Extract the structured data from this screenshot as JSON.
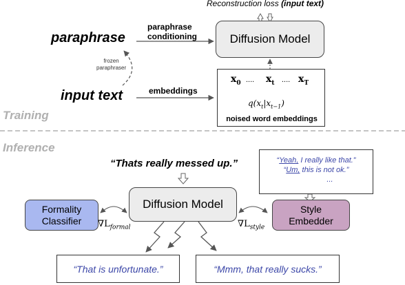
{
  "training": {
    "section_label": "Training",
    "recon_loss_prefix": "Reconstruction loss",
    "recon_loss_bold": "(input text)",
    "paraphrase": "paraphrase",
    "input_text": "input text",
    "frozen_paraphraser": [
      "frozen",
      "paraphraser"
    ],
    "paraphrase_conditioning": [
      "paraphrase",
      "conditioning"
    ],
    "embeddings": "embeddings",
    "model_label": "Diffusion Model",
    "noised_caption": "noised word embeddings",
    "x0": "x",
    "x0_sub": "0",
    "xt": "x",
    "xt_sub": "t",
    "xT": "x",
    "xT_sub": "T",
    "dots": "....",
    "q_expr": "q(x",
    "q_sub1": "t",
    "q_mid": "|x",
    "q_sub2": "t−1",
    "q_end": ")"
  },
  "inference": {
    "section_label": "Inference",
    "input_quote": "“Thats really messed up.”",
    "model_label": "Diffusion Model",
    "formality_classifier": [
      "Formality",
      "Classifier"
    ],
    "style_embedder": [
      "Style",
      "Embedder"
    ],
    "grad_formal": "∇L",
    "grad_formal_sub": "formal",
    "grad_style": "∇L",
    "grad_style_sub": "style",
    "reference_examples": {
      "line1_under": "Yeah,",
      "line1_rest": " I really like that.”",
      "line1_open": "“",
      "line2_open": "“",
      "line2_under": "Um,",
      "line2_rest": " this is not ok.”",
      "line3": "..."
    },
    "outputs": [
      "“That is unfortunate.”",
      "“Mmm, that really sucks.”"
    ]
  },
  "colors": {
    "formality_fill": "#a9b8f0",
    "style_fill": "#c9a3c2",
    "model_fill": "#ececec",
    "quote_text": "#3c47a8",
    "section_label": "#b0b0b0"
  }
}
